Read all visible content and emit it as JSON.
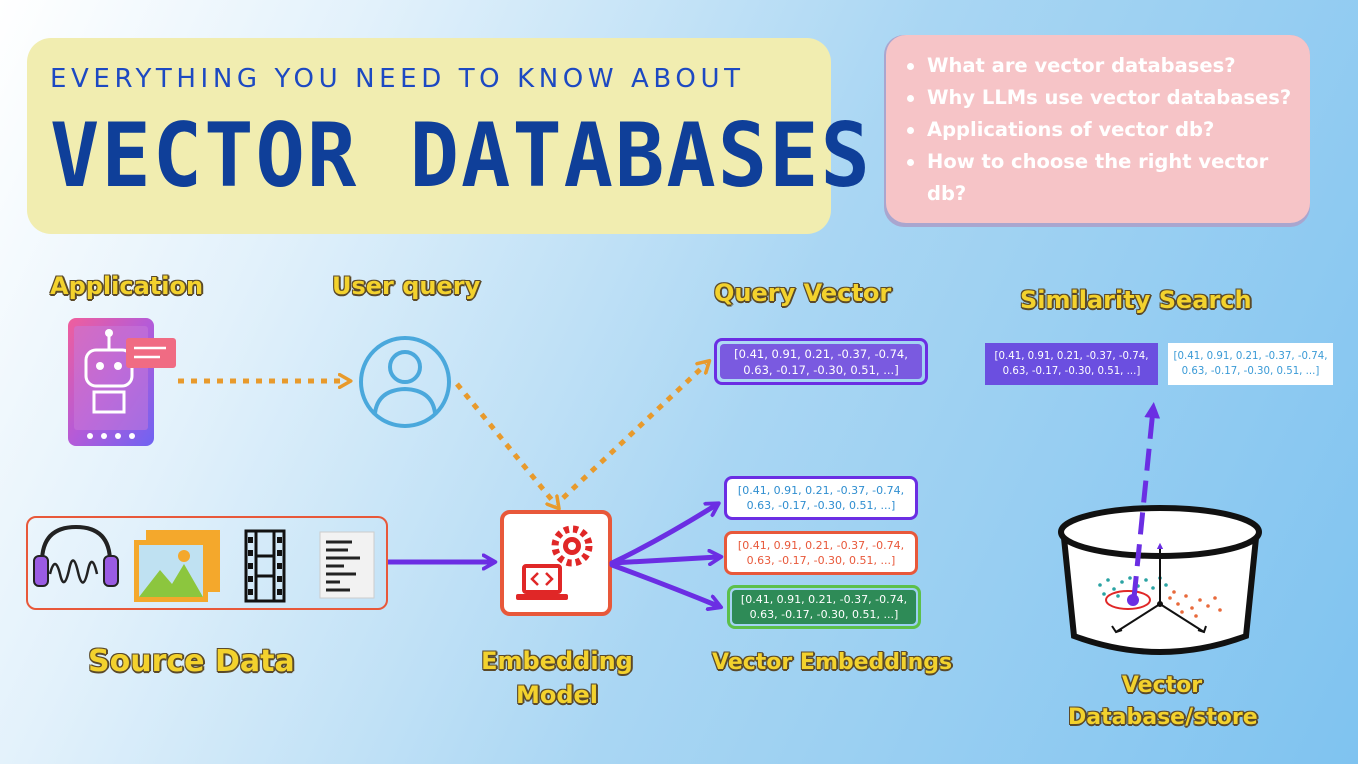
{
  "header": {
    "subtitle": "EVERYTHING YOU NEED TO KNOW ABOUT",
    "title": "VECTOR DATABASES"
  },
  "topics": [
    "What are vector databases?",
    "Why LLMs use vector databases?",
    "Applications of vector db?",
    "How to choose the right vector db?"
  ],
  "labels": {
    "application": "Application",
    "user_query": "User query",
    "query_vector": "Query Vector",
    "similarity_search": "Similarity Search",
    "source_data": "Source Data",
    "embedding_model_line1": "Embedding",
    "embedding_model_line2": "Model",
    "vector_embeddings": "Vector Embeddings",
    "vector_db_line1": "Vector",
    "vector_db_line2": "Database/store"
  },
  "vectors": {
    "line1": "[0.41, 0.91, 0.21, -0.37, -0.74,",
    "line2": "0.63, -0.17, -0.30, 0.51, ...]"
  },
  "colors": {
    "purple": "#6b2ee3",
    "orange": "#e89a2c",
    "red": "#e8583a",
    "green": "#2e8b57",
    "label_yellow": "#f3d22d",
    "title_blue": "#0f3f99"
  },
  "icons": {
    "application": "chatbot-phone-icon",
    "user": "user-avatar-icon",
    "audio": "headphones-wave-icon",
    "image": "picture-icon",
    "video": "film-strip-icon",
    "document": "document-icon",
    "model": "gear-laptop-icon",
    "database": "database-cylinder-icon"
  }
}
